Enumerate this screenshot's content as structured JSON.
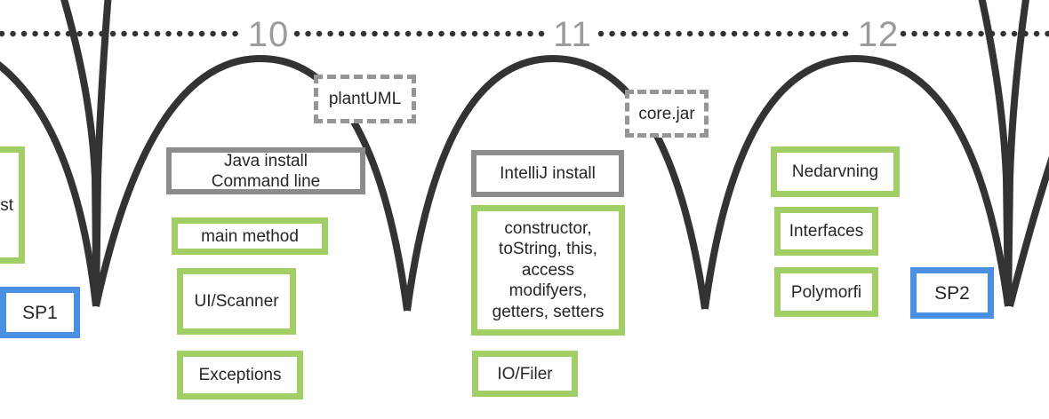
{
  "timeline": {
    "weeks": [
      {
        "label": "10"
      },
      {
        "label": "11"
      },
      {
        "label": "12"
      }
    ],
    "week_label_color": "#9b9b9b",
    "dotted_line_color": "#333333",
    "curve_color": "#333333"
  },
  "colors": {
    "topic_border_green": "#a2ce66",
    "milestone_border_blue": "#4a90e2",
    "install_border_gray": "#8c8c8c",
    "artifact_border_dashed_gray": "#969696",
    "box_text": "#262626",
    "background": "#ffffff"
  },
  "boxes": {
    "week9_partial_topic": {
      "visible_fragment": "st"
    },
    "sp1": {
      "label": "SP1"
    },
    "java_install": {
      "lines": [
        "Java install",
        "Command line"
      ]
    },
    "main_method": {
      "label": "main method"
    },
    "ui_scanner": {
      "label": "UI/Scanner"
    },
    "exceptions": {
      "label": "Exceptions"
    },
    "plantuml": {
      "label": "plantUML"
    },
    "intellij_install": {
      "label": "IntelliJ install"
    },
    "constructor_topics": {
      "lines": [
        "constructor,",
        "toString, this,",
        "access",
        "modifyers,",
        "getters, setters"
      ]
    },
    "io_filer": {
      "label": "IO/Filer"
    },
    "core_jar": {
      "label": "core.jar"
    },
    "nedarvning": {
      "label": "Nedarvning"
    },
    "interfaces": {
      "label": "Interfaces"
    },
    "polymorfi": {
      "label": "Polymorfi"
    },
    "sp2": {
      "label": "SP2"
    }
  }
}
